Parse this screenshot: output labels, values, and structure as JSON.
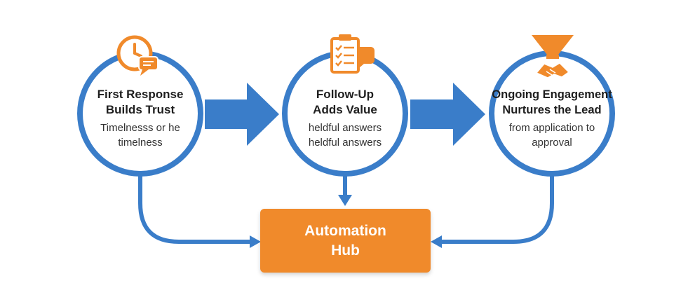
{
  "colors": {
    "blue": "#3a7dc9",
    "orange": "#f08a2b",
    "white": "#ffffff"
  },
  "steps": [
    {
      "icon": "clock-chat-icon",
      "title_line1": "First Response",
      "title_line2": "Builds Trust",
      "desc_line1": "Timelnesss or he",
      "desc_line2": "timelness"
    },
    {
      "icon": "checklist-chat-icon",
      "title_line1": "Follow-Up",
      "title_line2": "Adds Value",
      "desc_line1": "heldful answers",
      "desc_line2": "heldful answers"
    },
    {
      "icon": "funnel-handshake-icon",
      "title_line1": "Ongoing Engagement",
      "title_line2": "Nurtures the Lead",
      "desc_line1": "from application to",
      "desc_line2": "approval"
    }
  ],
  "hub": {
    "line1": "Automation",
    "line2": "Hub"
  }
}
